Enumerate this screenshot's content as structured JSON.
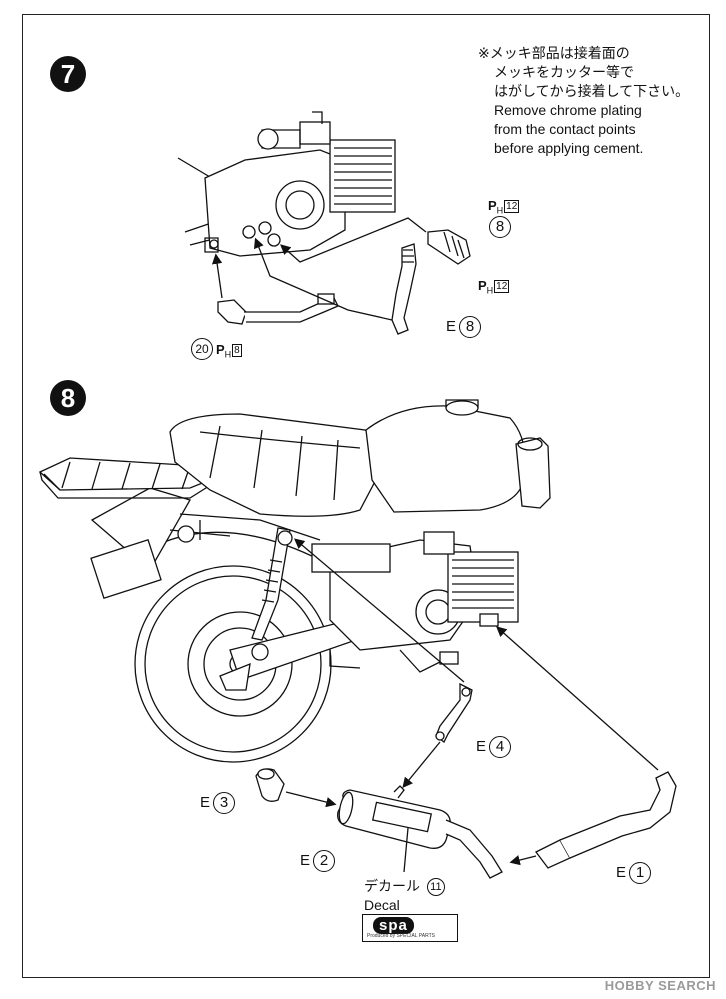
{
  "steps": {
    "step7": "7",
    "step8": "8"
  },
  "note": {
    "jp_line1": "※メッキ部品は接着面の",
    "jp_line2": "メッキをカッター等で",
    "jp_line3": "はがしてから接着して下さい。",
    "en_line1": "Remove chrome plating",
    "en_line2": "from the contact points",
    "en_line3": "before applying cement."
  },
  "step7_labels": {
    "part8_num": "8",
    "ph_top": {
      "letter": "P",
      "sub": "H",
      "box": "12"
    },
    "ph_mid": {
      "letter": "P",
      "sub": "H",
      "box": "12"
    },
    "e8_prefix": "E",
    "e8_num": "8",
    "part20_num": "20",
    "ph_bottom": {
      "letter": "P",
      "sub": "H",
      "box": "8"
    }
  },
  "step8_labels": {
    "e4_prefix": "E",
    "e4_num": "4",
    "e3_prefix": "E",
    "e3_num": "3",
    "e2_prefix": "E",
    "e2_num": "2",
    "e1_prefix": "E",
    "e1_num": "1",
    "decal_jp": "デカール",
    "decal_num": "11",
    "decal_en": "Decal"
  },
  "brand": {
    "logo": "spa",
    "tiny": "Produced by SPECIAL PARTS"
  },
  "watermark": "HOBBY SEARCH"
}
